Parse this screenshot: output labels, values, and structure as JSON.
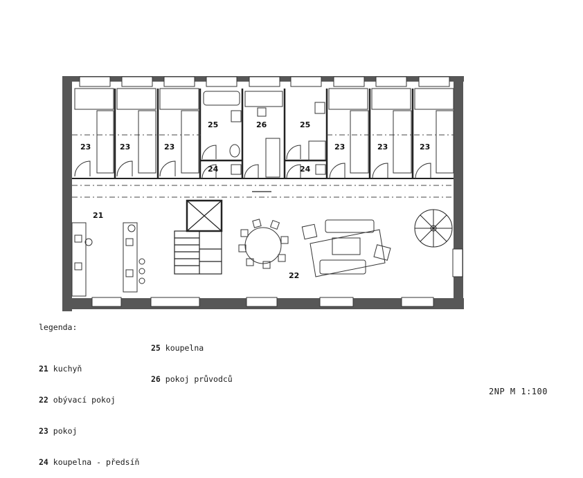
{
  "rooms": {
    "r21": "21",
    "r22": "22",
    "r23": "23",
    "r24": "24",
    "r25": "25",
    "r26": "26"
  },
  "legend": {
    "title": "legenda:",
    "items": [
      {
        "num": "21",
        "label": "kuchyň"
      },
      {
        "num": "22",
        "label": "obývací pokoj"
      },
      {
        "num": "23",
        "label": "pokoj"
      },
      {
        "num": "24",
        "label": "koupelna - předsíň"
      },
      {
        "num": "25",
        "label": "koupelna"
      },
      {
        "num": "26",
        "label": "pokoj průvodců"
      }
    ]
  },
  "scale_label": "2NP M 1:100",
  "colors": {
    "wall": "#555555",
    "line": "#222222"
  }
}
